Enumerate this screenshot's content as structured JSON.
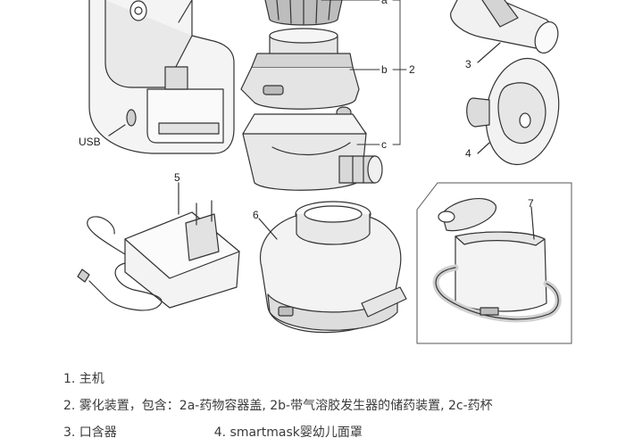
{
  "callouts": {
    "usb": "USB",
    "c2": "2",
    "c2a": "a",
    "c2b": "b",
    "c2c": "c",
    "c3": "3",
    "c4": "4",
    "c5": "5",
    "c6": "6",
    "c7": "7"
  },
  "legend": {
    "line1": "1. 主机",
    "line2": "2. 雾化装置，包含：2a-药物容器盖, 2b-带气溶胶发生器的储药装置, 2c-药杯",
    "line3a": "3. 口含器",
    "line3b": "4. smartmask婴幼儿面罩"
  },
  "colors": {
    "stroke": "#333333",
    "light_fill": "#f2f2f2",
    "mid_fill": "#d9d9d9",
    "dark_fill": "#bdbdbd"
  }
}
